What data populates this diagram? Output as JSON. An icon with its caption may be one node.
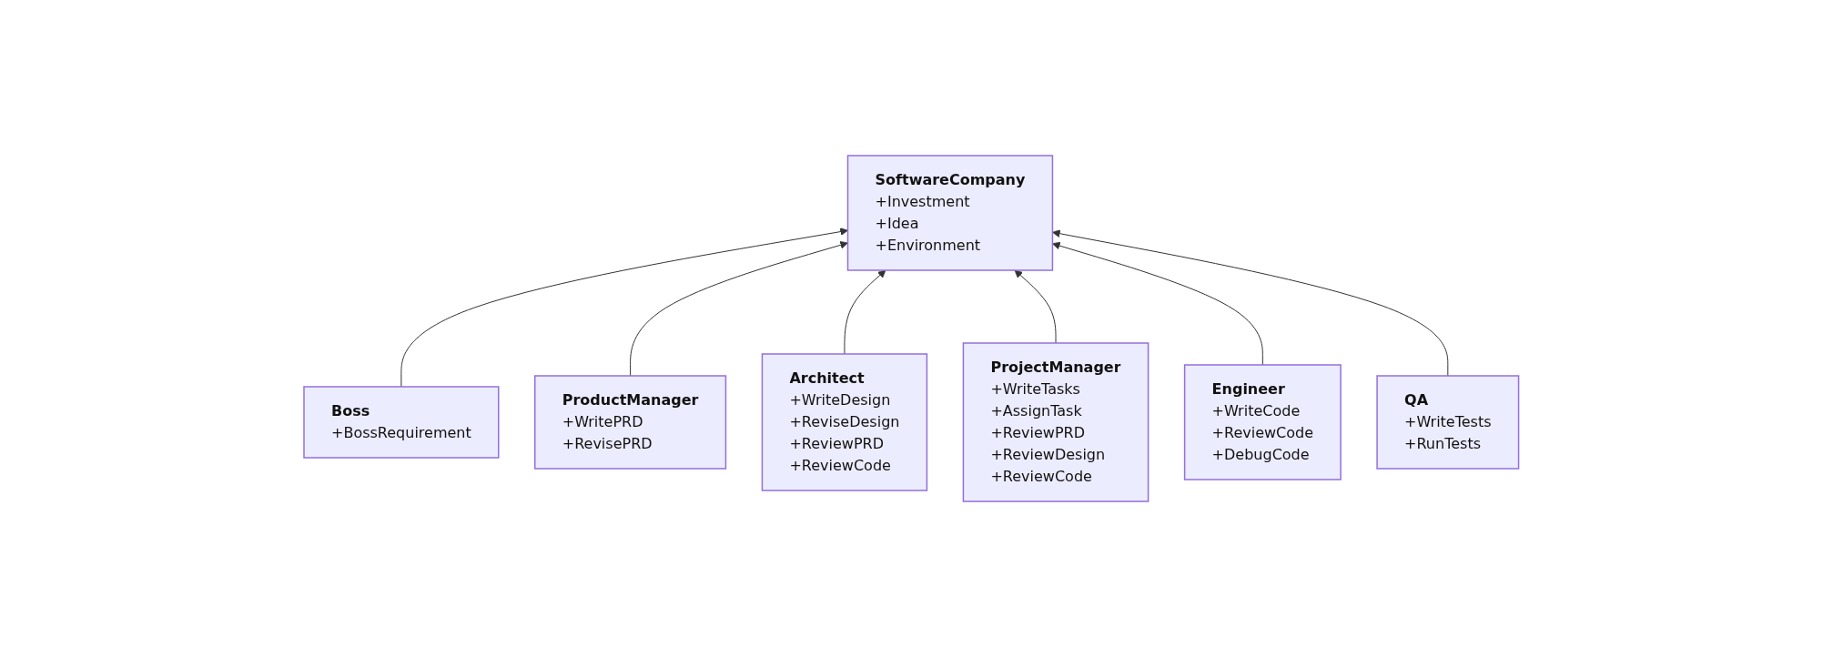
{
  "diagram": {
    "nodes": [
      {
        "text": [
          "SoftwareCompany",
          "+Investment",
          "+Idea",
          "+Environment"
        ]
      },
      {
        "text": [
          "Boss",
          "+BossRequirement"
        ]
      },
      {
        "text": [
          "ProductManager",
          "+WritePRD",
          "+RevisePRD"
        ]
      },
      {
        "text": [
          "Architect",
          "+WriteDesign",
          "+ReviseDesign",
          "+ReviewPRD",
          "+ReviewCode"
        ]
      },
      {
        "text": [
          "ProjectManager",
          "+WriteTasks",
          "+AssignTask",
          "+ReviewPRD",
          "+ReviewDesign",
          "+ReviewCode"
        ]
      },
      {
        "text": [
          "Engineer",
          "+WriteCode",
          "+ReviewCode",
          "+DebugCode"
        ]
      },
      {
        "text": [
          "QA",
          "+WriteTests",
          "+RunTests"
        ]
      }
    ],
    "edges": [
      {
        "from": 1,
        "to": 0,
        "arrow": "to"
      },
      {
        "from": 2,
        "to": 0,
        "arrow": "to"
      },
      {
        "from": 3,
        "to": 0,
        "arrow": "to"
      },
      {
        "from": 4,
        "to": 0,
        "arrow": "to"
      },
      {
        "from": 5,
        "to": 0,
        "arrow": "to"
      },
      {
        "from": 6,
        "to": 0,
        "arrow": "to"
      }
    ]
  }
}
